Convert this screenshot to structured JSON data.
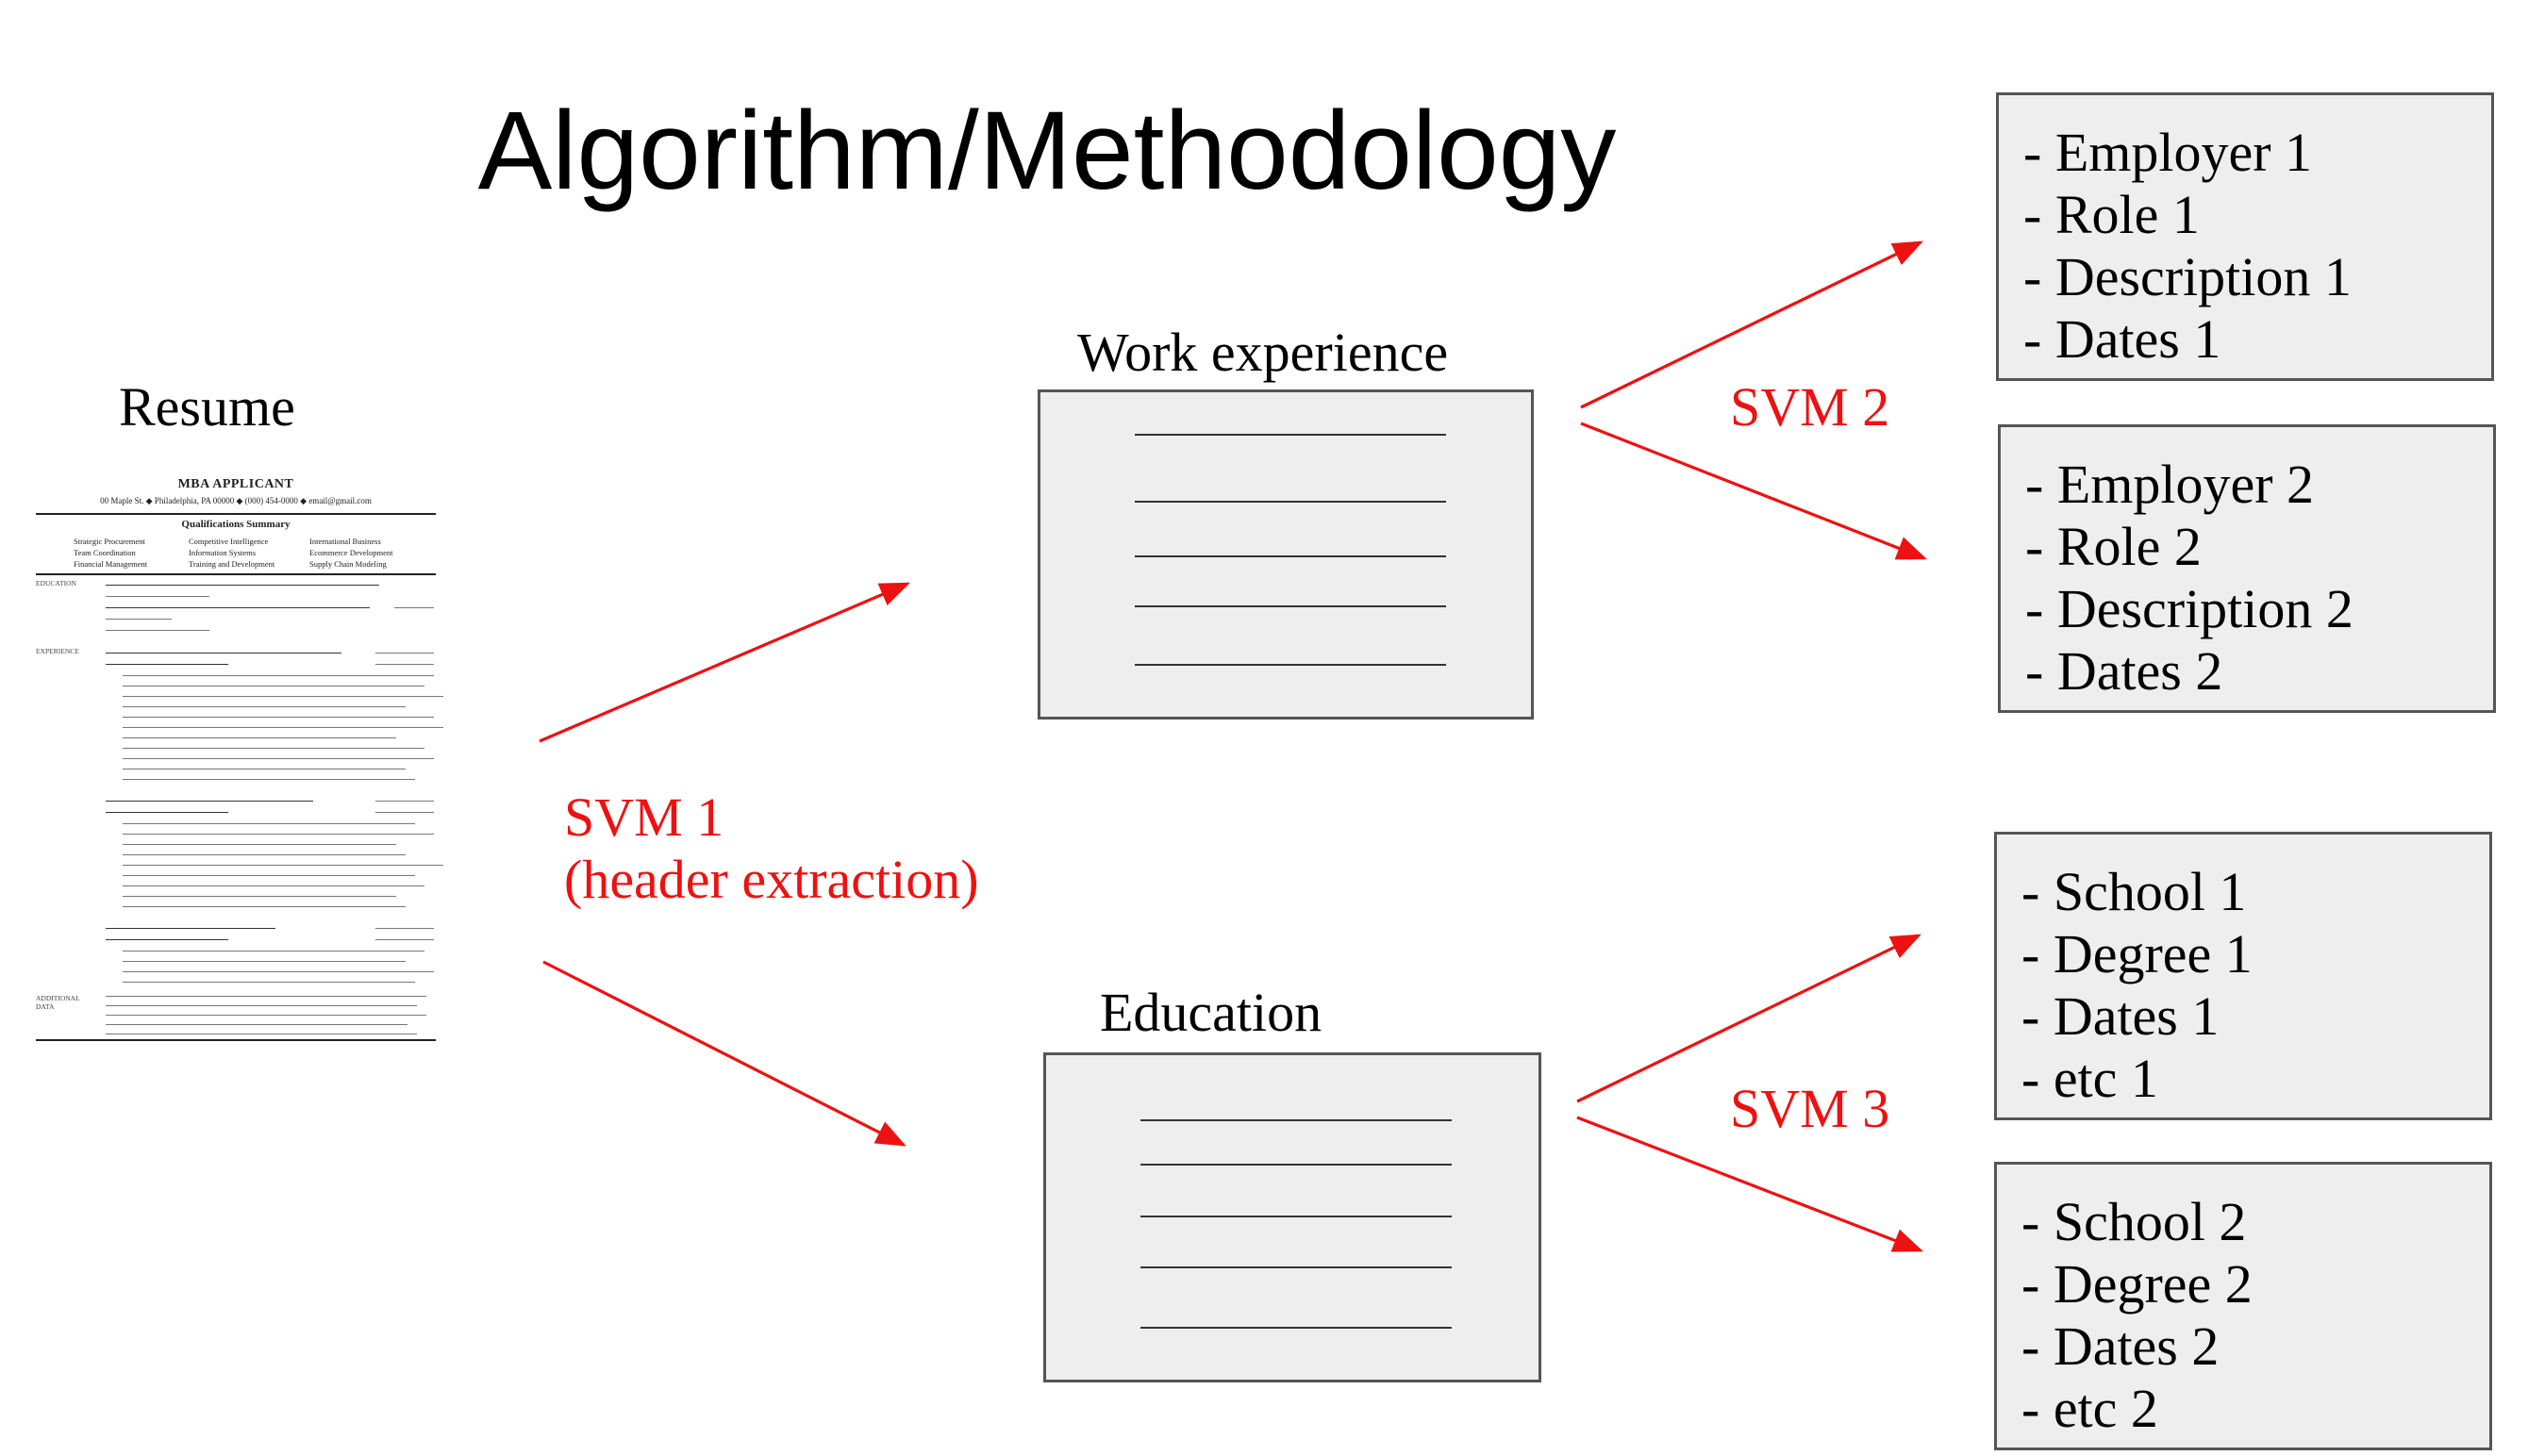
{
  "title": "Algorithm/Methodology",
  "resume": {
    "label": "Resume",
    "name": "MBA APPLICANT",
    "contact": "00 Maple St.  ◆  Philadelphia, PA 00000  ◆  (000) 454-0000  ◆  email@gmail.com",
    "qualifications_heading": "Qualifications Summary",
    "qualifications": [
      [
        "Strategic Procurement",
        "Competitive Intelligence",
        "International Business"
      ],
      [
        "Team Coordination",
        "Information Systems",
        "Ecommerce Development"
      ],
      [
        "Financial Management",
        "Training and Development",
        "Supply Chain Modeling"
      ]
    ],
    "sections": [
      "EDUCATION",
      "EXPERIENCE",
      "ADDITIONAL DATA"
    ]
  },
  "svm1": {
    "line1": "SVM 1",
    "line2": "(header extraction)"
  },
  "work": {
    "label": "Work experience",
    "svm": "SVM 2",
    "entries": [
      [
        "- Employer 1",
        "- Role 1",
        "- Description 1",
        "- Dates 1"
      ],
      [
        "- Employer 2",
        "- Role 2",
        "- Description 2",
        "- Dates 2"
      ]
    ]
  },
  "education": {
    "label": "Education",
    "svm": "SVM 3",
    "entries": [
      [
        "- School 1",
        "- Degree 1",
        "- Dates 1",
        "- etc 1"
      ],
      [
        "- School 2",
        "- Degree 2",
        "- Dates 2",
        "- etc 2"
      ]
    ]
  },
  "colors": {
    "arrow": "#ee1111",
    "box_fill": "#eeeeee",
    "box_border": "#555555",
    "text": "#000000"
  }
}
